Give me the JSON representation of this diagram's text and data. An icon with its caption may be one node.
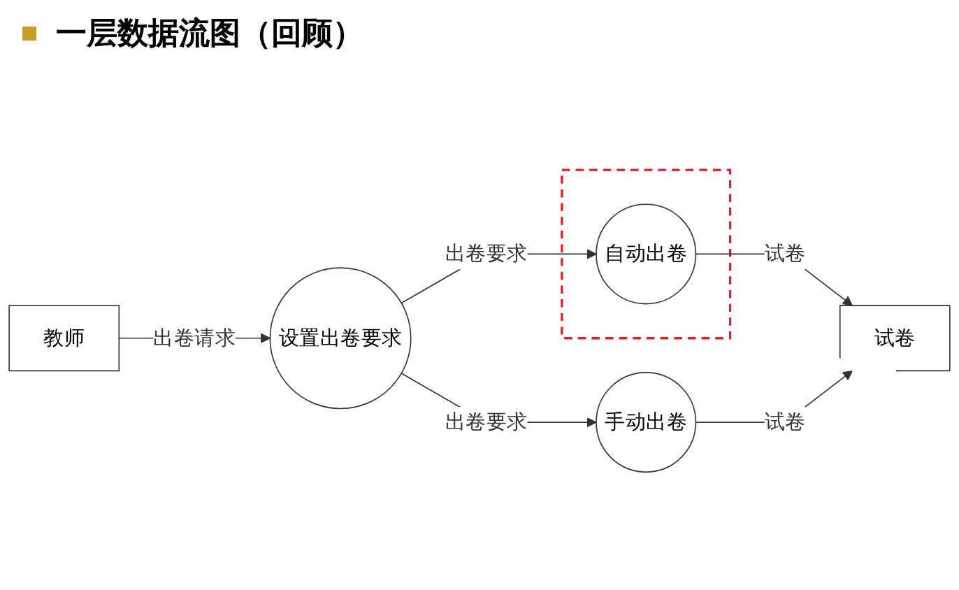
{
  "diagram": {
    "title": "一层数据流图（回顾）",
    "nodes": [
      {
        "text": [
          "教师"
        ]
      },
      {
        "text": [
          "设置出卷要求"
        ]
      },
      {
        "text": [],
        "shape": "box"
      },
      {
        "text": [
          "自动出卷"
        ],
        "in": 2
      },
      {
        "text": [
          "手动出卷"
        ]
      },
      {
        "text": [
          "试卷"
        ]
      }
    ],
    "edges": [
      {
        "from": 0,
        "to": 1,
        "arrow": "to",
        "label": "出卷请求"
      },
      {
        "from": 1,
        "to": 3,
        "arrow": "to",
        "label": "出卷要求"
      },
      {
        "from": 1,
        "to": 4,
        "arrow": "to",
        "label": "出卷要求"
      },
      {
        "from": 3,
        "to": 5,
        "arrow": "to",
        "label": "试卷"
      },
      {
        "from": 4,
        "to": 5,
        "arrow": "to",
        "label": "试卷"
      }
    ]
  }
}
